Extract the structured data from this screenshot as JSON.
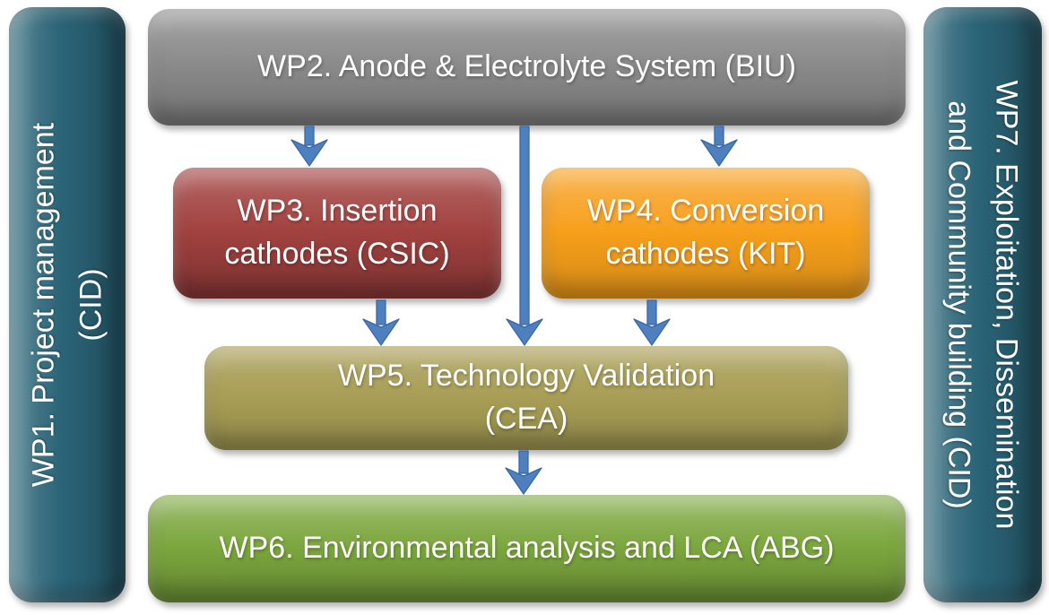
{
  "diagram": {
    "description": "Project work-package structure diagram",
    "arrow_color": "#4E7FBF",
    "nodes": {
      "wp1": {
        "line1": "WP1. Project management",
        "line2": "(CID)",
        "color": "#2A6477",
        "orientation": "vertical"
      },
      "wp2": {
        "label": "WP2. Anode & Electrolyte System (BIU)",
        "color": "#8A8A8A",
        "orientation": "horizontal"
      },
      "wp3": {
        "line1": "WP3. Insertion",
        "line2": "cathodes (CSIC)",
        "color": "#A24240",
        "orientation": "horizontal"
      },
      "wp4": {
        "line1": "WP4. Conversion",
        "line2": "cathodes (KIT)",
        "color": "#F7A01B",
        "orientation": "horizontal"
      },
      "wp5": {
        "line1": "WP5. Technology Validation",
        "line2": "(CEA)",
        "color": "#A89E56",
        "orientation": "horizontal"
      },
      "wp6": {
        "label": "WP6. Environmental analysis and LCA (ABG)",
        "color": "#7CA73E",
        "orientation": "horizontal"
      },
      "wp7": {
        "line1": "WP7. Exploitation, Dissemination",
        "line2": "and Community building (CID)",
        "color": "#2A6477",
        "orientation": "vertical"
      }
    },
    "edges": [
      {
        "from": "WP2",
        "to": "WP3"
      },
      {
        "from": "WP2",
        "to": "WP5"
      },
      {
        "from": "WP2",
        "to": "WP4"
      },
      {
        "from": "WP3",
        "to": "WP5"
      },
      {
        "from": "WP4",
        "to": "WP5"
      },
      {
        "from": "WP5",
        "to": "WP6"
      }
    ]
  }
}
